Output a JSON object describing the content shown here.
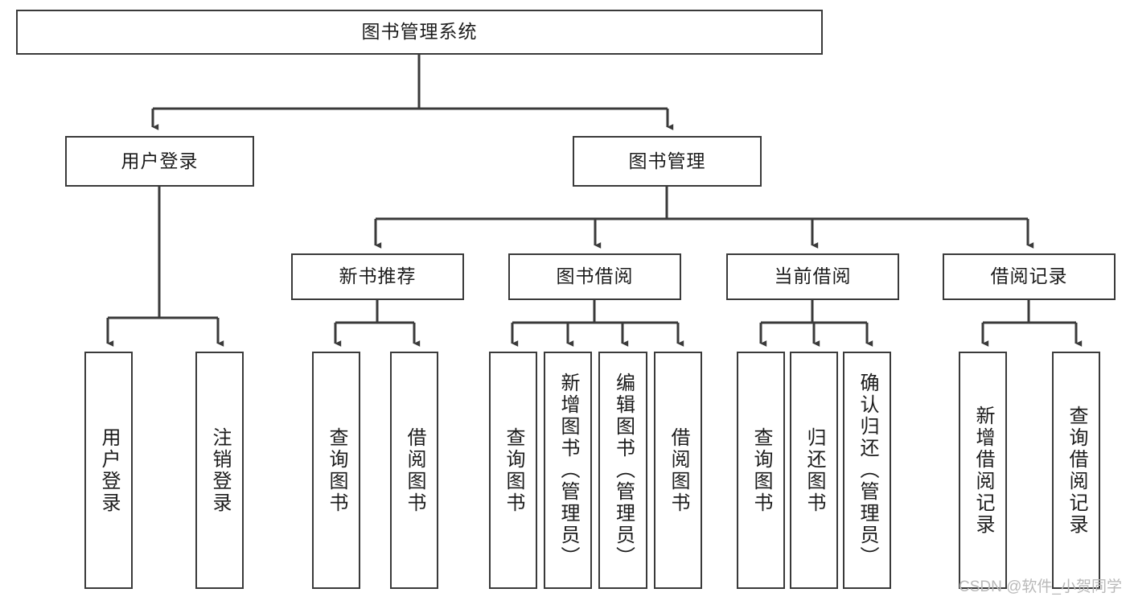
{
  "diagram": {
    "type": "tree-hierarchy",
    "title": "图书管理系统",
    "orientation": "top-down",
    "edge_color": "#3a3a3a",
    "node_border_color": "#3a3a3a",
    "node_fill_color": "#ffffff",
    "levels": [
      {
        "level": 1,
        "nodes": [
          {
            "id": "root",
            "label": "图书管理系统",
            "text_direction": "horizontal"
          }
        ]
      },
      {
        "level": 2,
        "nodes": [
          {
            "id": "user-login",
            "label": "用户登录",
            "parent": "root",
            "text_direction": "horizontal"
          },
          {
            "id": "book-manage",
            "label": "图书管理",
            "parent": "root",
            "text_direction": "horizontal"
          }
        ]
      },
      {
        "level": 3,
        "nodes": [
          {
            "id": "new-book-rec",
            "label": "新书推荐",
            "parent": "book-manage",
            "text_direction": "horizontal"
          },
          {
            "id": "book-borrow",
            "label": "图书借阅",
            "parent": "book-manage",
            "text_direction": "horizontal"
          },
          {
            "id": "current-borrow",
            "label": "当前借阅",
            "parent": "book-manage",
            "text_direction": "horizontal"
          },
          {
            "id": "borrow-record",
            "label": "借阅记录",
            "parent": "book-manage",
            "text_direction": "horizontal"
          }
        ]
      },
      {
        "level": 4,
        "nodes": [
          {
            "id": "leaf-user-login",
            "label": "用户登录",
            "parent": "user-login",
            "text_direction": "vertical"
          },
          {
            "id": "leaf-user-logout",
            "label": "注销登录",
            "parent": "user-login",
            "text_direction": "vertical"
          },
          {
            "id": "leaf-query-book-1",
            "label": "查询图书",
            "parent": "new-book-rec",
            "text_direction": "vertical"
          },
          {
            "id": "leaf-borrow-book-1",
            "label": "借阅图书",
            "parent": "new-book-rec",
            "text_direction": "vertical"
          },
          {
            "id": "leaf-query-book-2",
            "label": "查询图书",
            "parent": "book-borrow",
            "text_direction": "vertical"
          },
          {
            "id": "leaf-add-book",
            "label": "新增图书（管理员）",
            "parent": "book-borrow",
            "text_direction": "vertical"
          },
          {
            "id": "leaf-edit-book",
            "label": "编辑图书（管理员）",
            "parent": "book-borrow",
            "text_direction": "vertical"
          },
          {
            "id": "leaf-borrow-book-2",
            "label": "借阅图书",
            "parent": "book-borrow",
            "text_direction": "vertical"
          },
          {
            "id": "leaf-query-book-3",
            "label": "查询图书",
            "parent": "current-borrow",
            "text_direction": "vertical"
          },
          {
            "id": "leaf-return-book",
            "label": "归还图书",
            "parent": "current-borrow",
            "text_direction": "vertical"
          },
          {
            "id": "leaf-confirm-return",
            "label": "确认归还（管理员）",
            "parent": "current-borrow",
            "text_direction": "vertical"
          },
          {
            "id": "leaf-add-record",
            "label": "新增借阅记录",
            "parent": "borrow-record",
            "text_direction": "vertical"
          },
          {
            "id": "leaf-query-record",
            "label": "查询借阅记录",
            "parent": "borrow-record",
            "text_direction": "vertical"
          }
        ]
      }
    ]
  },
  "watermark": {
    "text": "CSDN @软件_小贺同学"
  }
}
